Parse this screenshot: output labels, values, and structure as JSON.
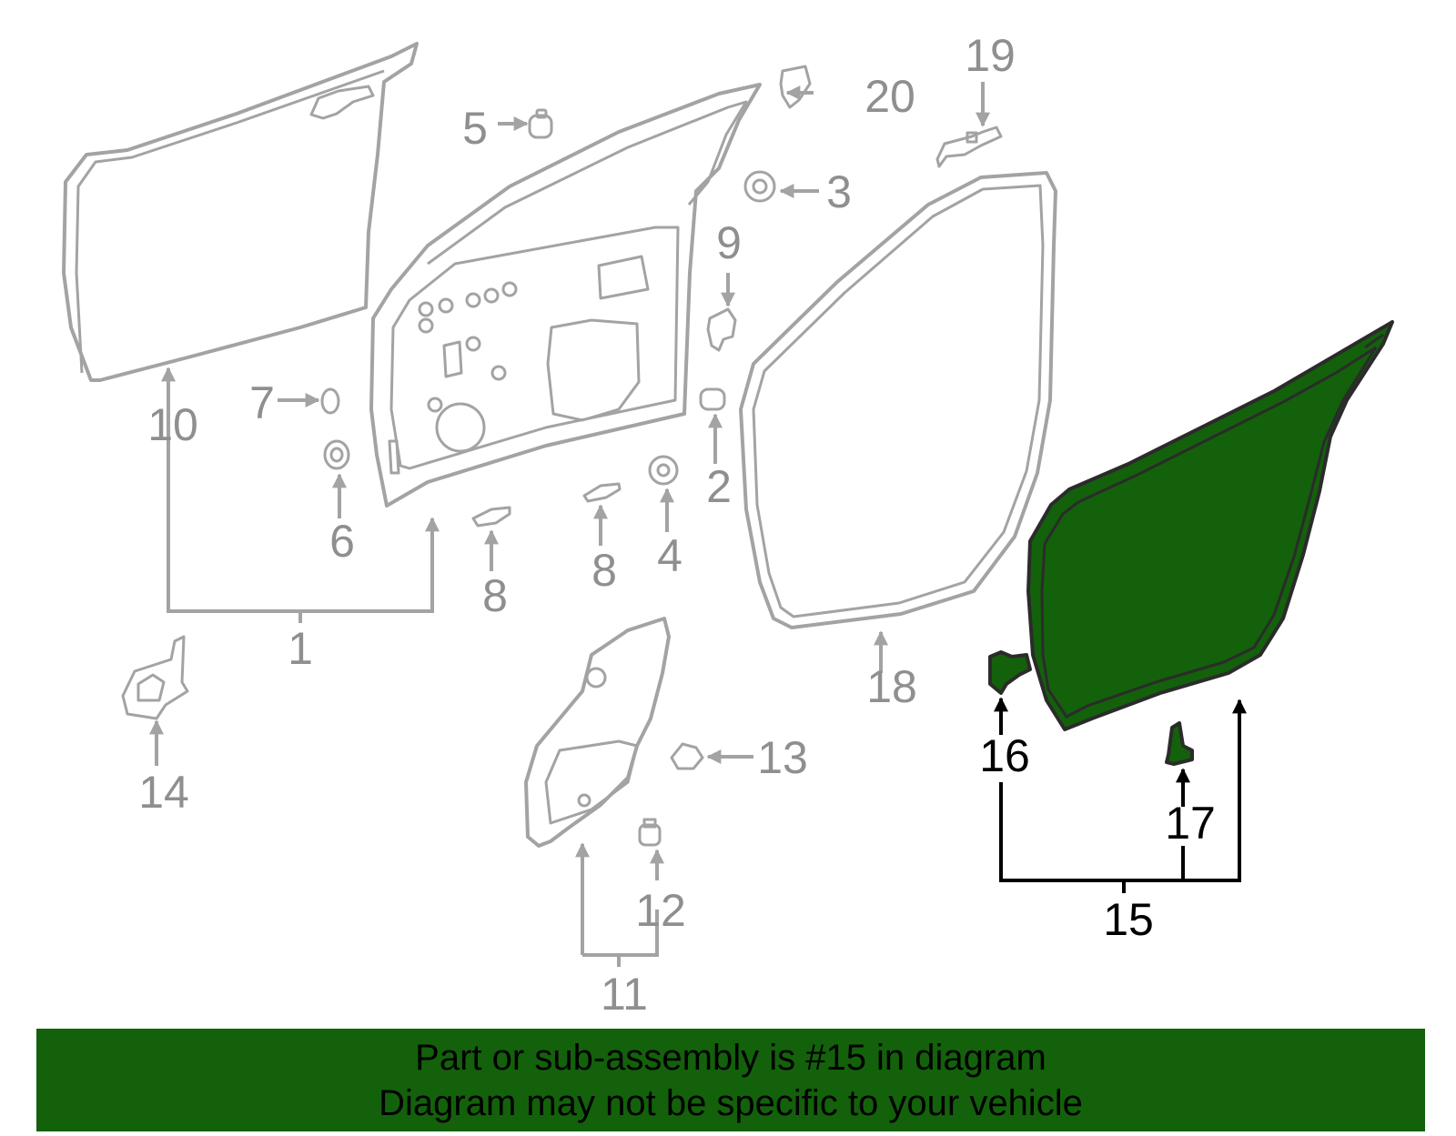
{
  "callouts": {
    "c1": "1",
    "c2": "2",
    "c3": "3",
    "c4": "4",
    "c5": "5",
    "c6": "6",
    "c7": "7",
    "c8a": "8",
    "c8b": "8",
    "c9": "9",
    "c10": "10",
    "c11": "11",
    "c12": "12",
    "c13": "13",
    "c14": "14",
    "c15": "15",
    "c16": "16",
    "c17": "17",
    "c18": "18",
    "c19": "19",
    "c20": "20"
  },
  "highlight": {
    "part_number": "15",
    "color": "#13610b"
  },
  "banner": {
    "line1": "Part or sub-assembly is #15 in diagram",
    "line2": "Diagram may not be specific to your vehicle"
  }
}
